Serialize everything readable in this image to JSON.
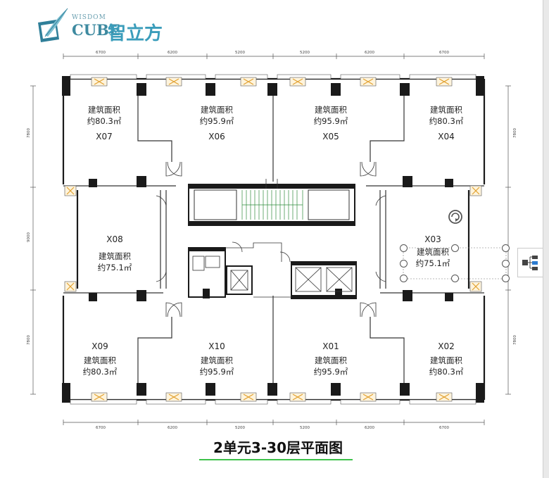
{
  "logo": {
    "wisdom": "WISDOM",
    "cube": "CUBE",
    "chinese": "智立方"
  },
  "units": [
    {
      "id": "X07",
      "label": "建筑面积",
      "area": "约80.3㎡"
    },
    {
      "id": "X06",
      "label": "建筑面积",
      "area": "约95.9㎡"
    },
    {
      "id": "X05",
      "label": "建筑面积",
      "area": "约95.9㎡"
    },
    {
      "id": "X04",
      "label": "建筑面积",
      "area": "约80.3㎡"
    },
    {
      "id": "X08",
      "label": "建筑面积",
      "area": "约75.1㎡"
    },
    {
      "id": "X03",
      "label": "建筑面积",
      "area": "约75.1㎡"
    },
    {
      "id": "X09",
      "label": "建筑面积",
      "area": "约80.3㎡"
    },
    {
      "id": "X10",
      "label": "建筑面积",
      "area": "约95.9㎡"
    },
    {
      "id": "X01",
      "label": "建筑面积",
      "area": "约95.9㎡"
    },
    {
      "id": "X02",
      "label": "建筑面积",
      "area": "约80.3㎡"
    }
  ],
  "dimensions": {
    "top": [
      "6700",
      "6200",
      "5200",
      "5200",
      "6200",
      "6700"
    ],
    "bottom": [
      "6700",
      "6200",
      "5200",
      "5200",
      "6200",
      "6700"
    ],
    "left": [
      "7800",
      "9000",
      "7800"
    ],
    "right": [
      "7800",
      "7800"
    ]
  },
  "caption": "2单元3-30层平面图",
  "icons": {
    "logo": "quill-book-logo-icon",
    "rotate": "rotate-handle-icon",
    "plan_icon": "hierarchy-diagram-icon"
  },
  "colors": {
    "wall": "#1a1a1a",
    "logo_teal": "#3b9dbb",
    "caption_underline": "#3ec24a",
    "ac_unit": "#e0a030",
    "stair": "#2e8b3a"
  }
}
